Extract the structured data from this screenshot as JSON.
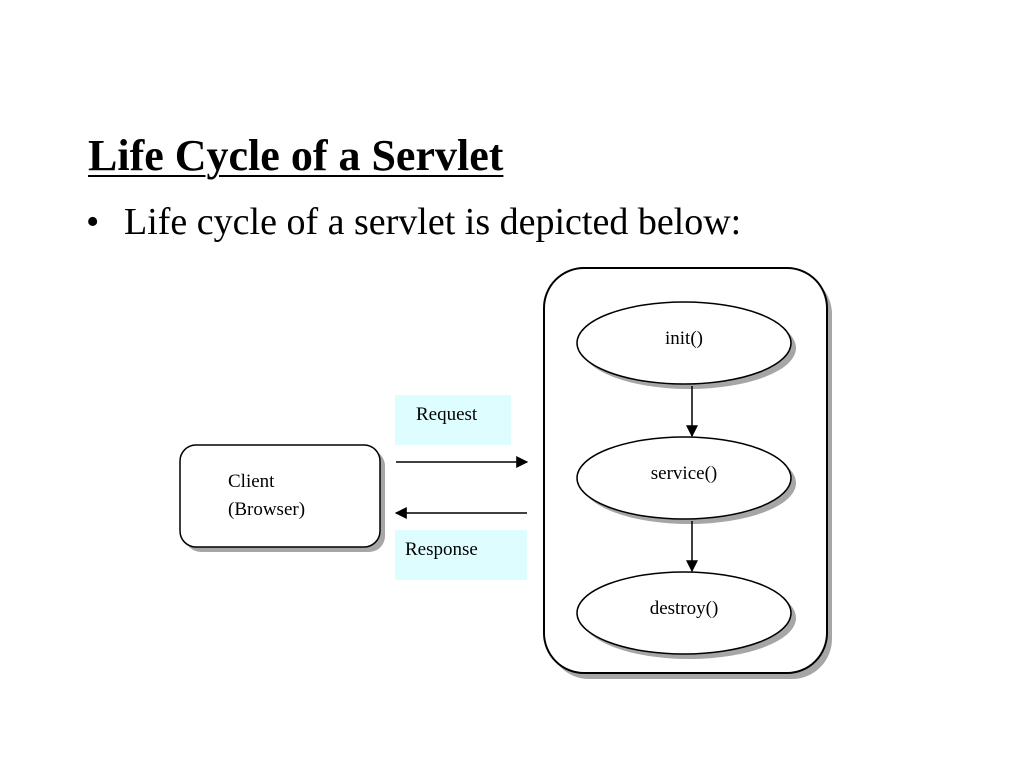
{
  "slide": {
    "title": "Life Cycle of a Servlet",
    "bullet_marker": "•",
    "bullet_text": "Life cycle of a servlet is depicted below:"
  },
  "diagram": {
    "client": {
      "line1": "Client",
      "line2": "(Browser)"
    },
    "request_label": "Request",
    "response_label": "Response",
    "lifecycle_methods": [
      "init()",
      "service()",
      "destroy()"
    ],
    "colors": {
      "label_box_fill": "#ddfdff",
      "shadow": "#a6a6a6",
      "stroke": "#000000",
      "fill": "#ffffff"
    }
  }
}
